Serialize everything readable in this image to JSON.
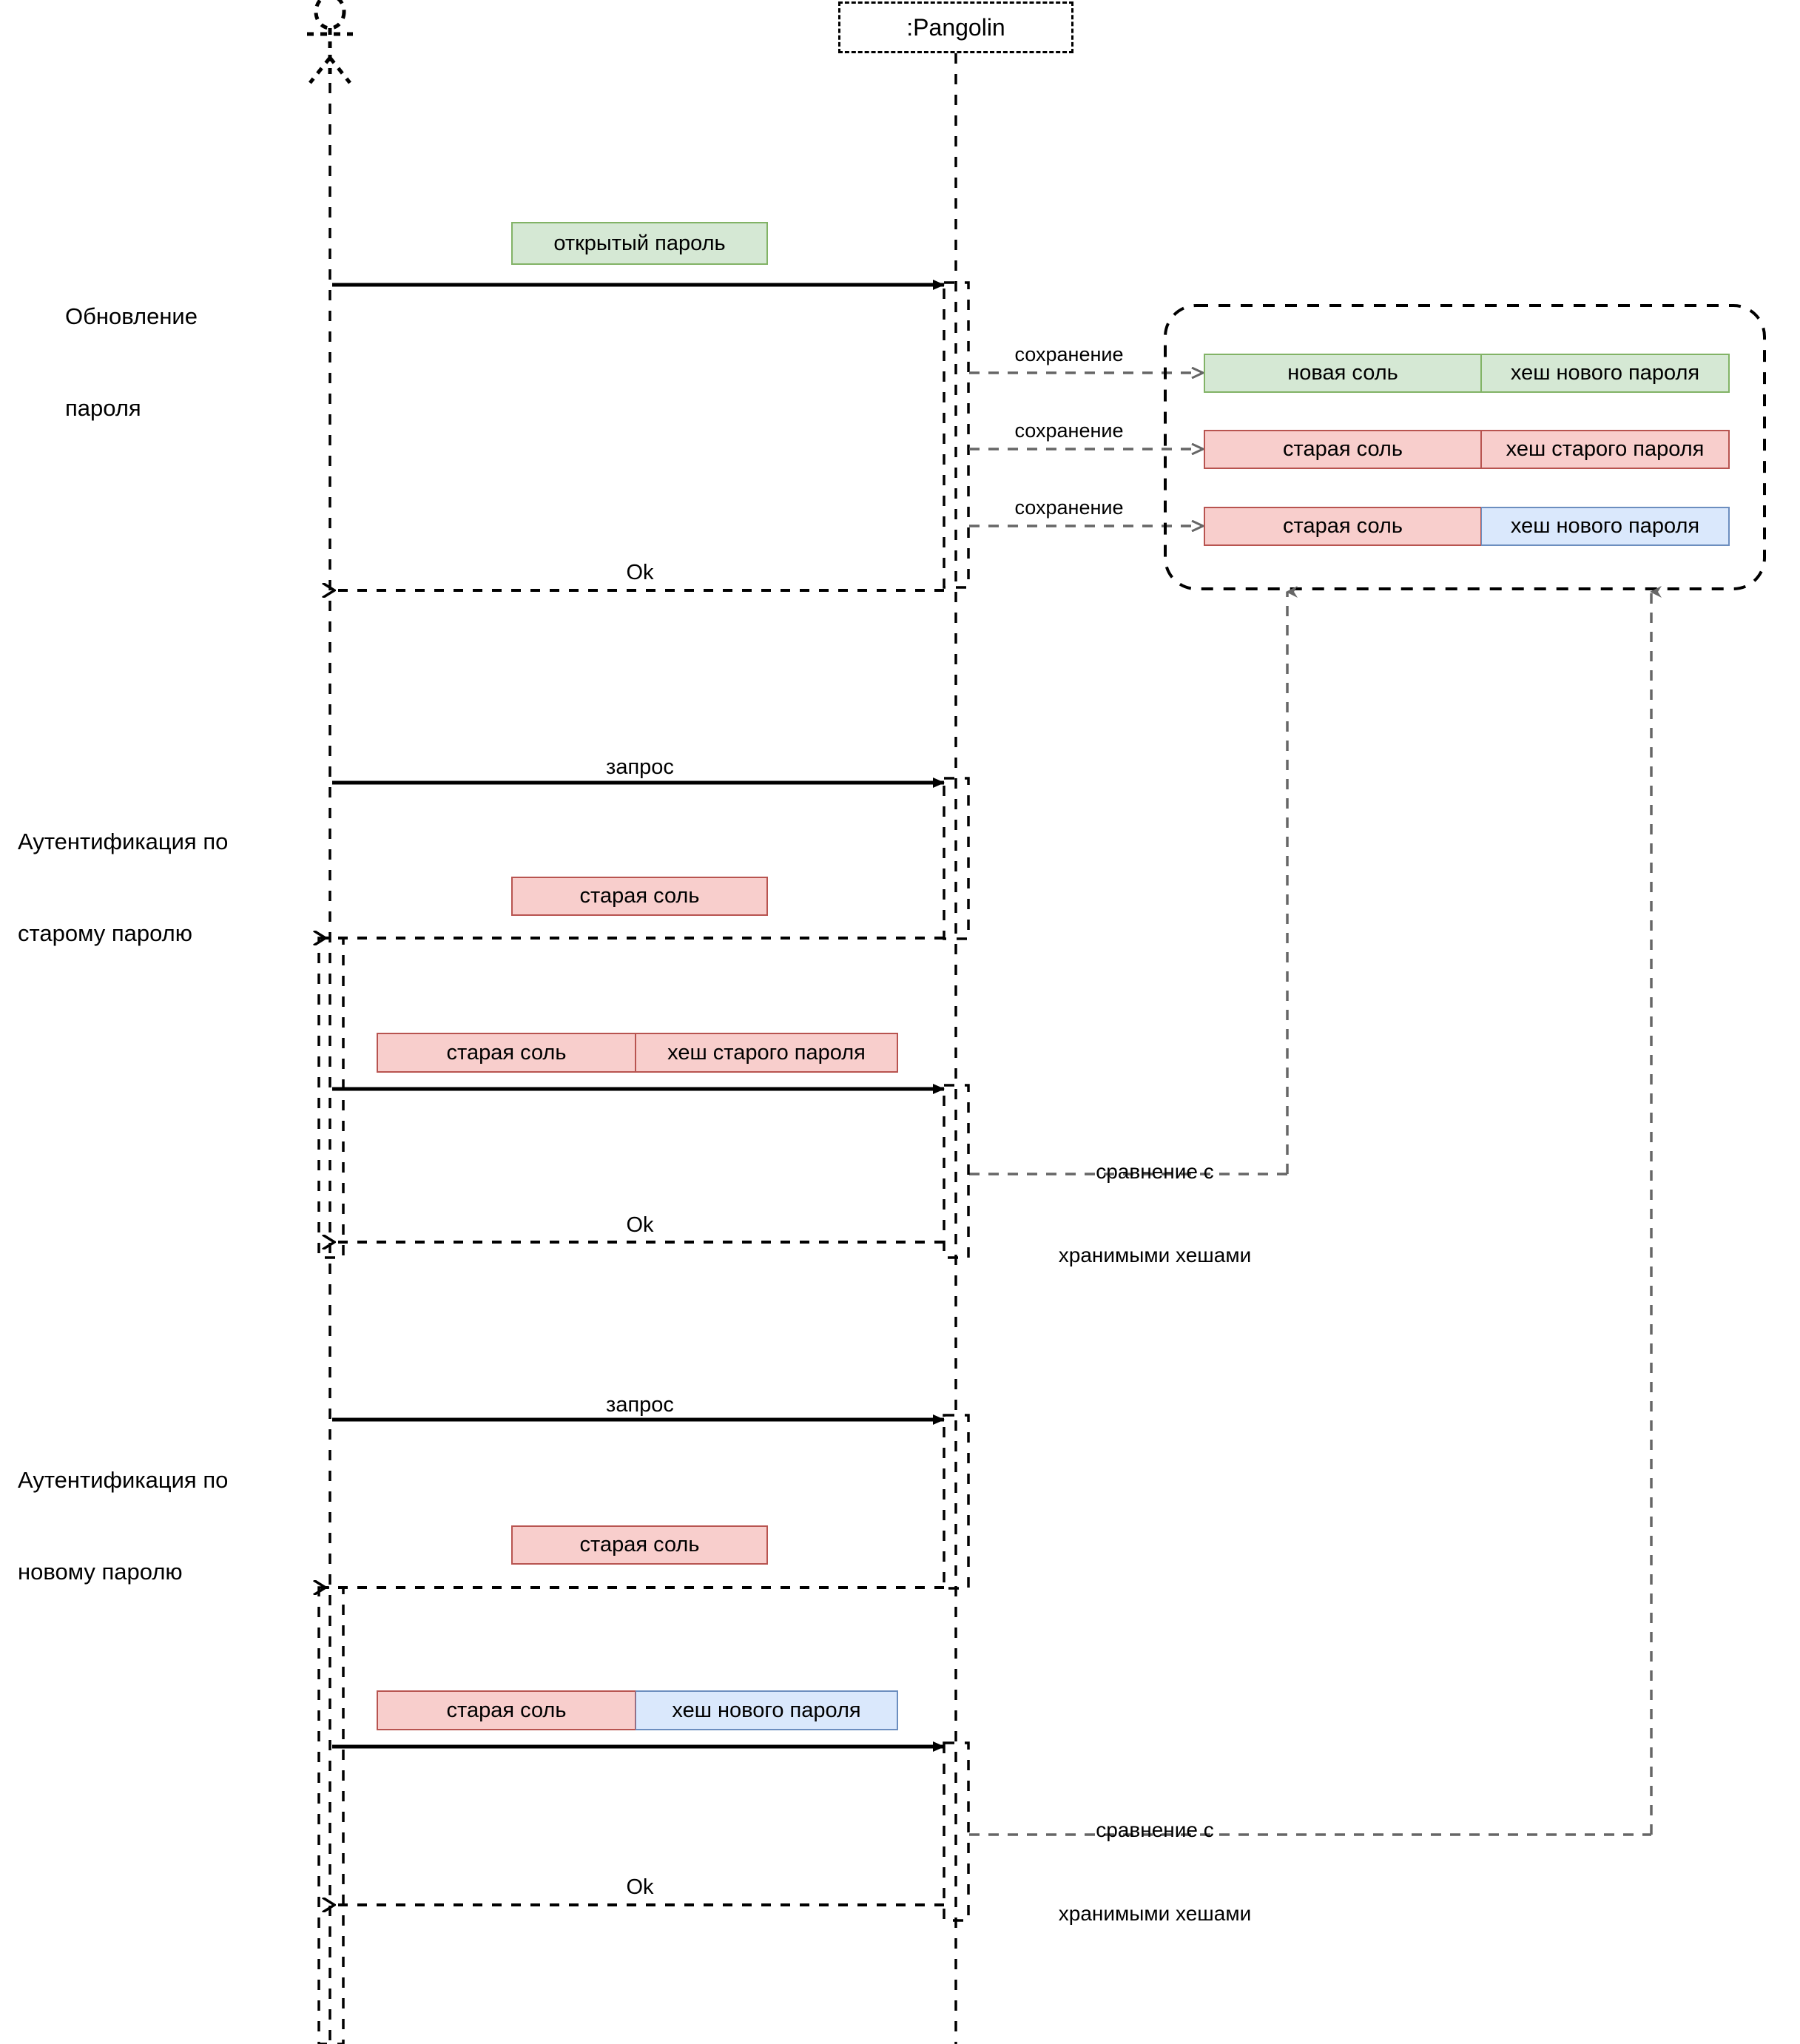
{
  "diagram": {
    "type": "uml-sequence-diagram",
    "participants": [
      {
        "id": "actor",
        "label": "",
        "shape": "stick-figure"
      },
      {
        "id": "pangolin",
        "label": ":Pangolin",
        "shape": "object-box"
      }
    ],
    "storage_container": {
      "label": ""
    },
    "stages": [
      {
        "id": "password-update",
        "label": "Обновление\nпароля",
        "label_line1": "Обновление",
        "label_line2": "пароля"
      },
      {
        "id": "auth-old-password",
        "label": "Аутентификация по\nстарому паролю",
        "label_line1": "Аутентификация по",
        "label_line2": "старому паролю"
      },
      {
        "id": "auth-new-password",
        "label": "Аутентификация по\nновому паролю",
        "label_line1": "Аутентификация по",
        "label_line2": "новому паролю"
      }
    ],
    "messages": {
      "open_password": "открытый пароль",
      "request_1": "запрос",
      "request_2": "запрос",
      "ok_1": "Ok",
      "ok_2": "Ok",
      "ok_3": "Ok",
      "save_1": "сохранение",
      "save_2": "сохранение",
      "save_3": "сохранение"
    },
    "notes": {
      "compare_1_line1": "сравнение с",
      "compare_1_line2": "хранимыми хешами",
      "compare_2_line1": "сравнение с",
      "compare_2_line2": "хранимыми хешами"
    },
    "data_boxes": {
      "open_password": {
        "left": "открытый пароль",
        "color": "green"
      },
      "record_new": {
        "left": "новая соль",
        "right": "хеш нового пароля",
        "left_color": "green",
        "right_color": "green"
      },
      "record_old": {
        "left": "старая соль",
        "right": "хеш старого пароля",
        "left_color": "red",
        "right_color": "red"
      },
      "record_mixed": {
        "left": "старая соль",
        "right": "хеш нового пароля",
        "left_color": "red",
        "right_color": "blue"
      },
      "salt_old_1": {
        "left": "старая соль",
        "color": "red"
      },
      "salt_old_2": {
        "left": "старая соль",
        "color": "red"
      },
      "hash_old_pair": {
        "left": "старая соль",
        "right": "хеш старого пароля",
        "left_color": "red",
        "right_color": "red"
      },
      "hash_new_pair": {
        "left": "старая соль",
        "right": "хеш нового пароля",
        "left_color": "red",
        "right_color": "blue"
      }
    },
    "colors": {
      "green_fill": "#d5e8d4",
      "green_stroke": "#82b366",
      "red_fill": "#f8cecc",
      "red_stroke": "#b85450",
      "blue_fill": "#dae8fc",
      "blue_stroke": "#6c8ebf",
      "line": "#000000",
      "dashed_gray": "#666666",
      "background": "#ffffff"
    }
  }
}
